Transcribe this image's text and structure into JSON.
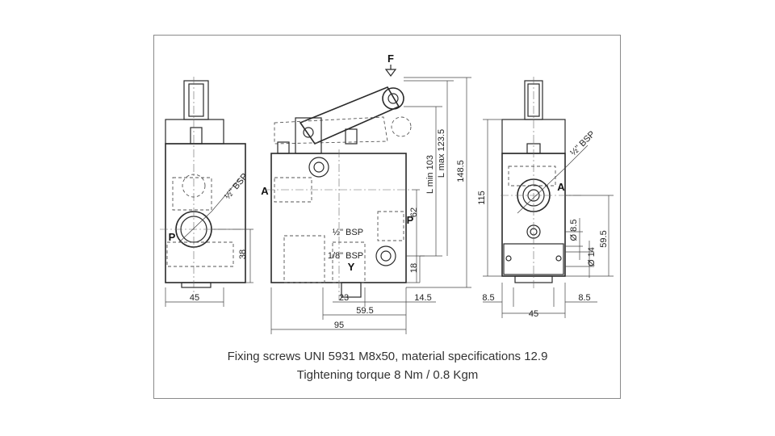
{
  "labels": {
    "force": "F",
    "port_a_left": "A",
    "port_a_right": "A",
    "port_p_left": "P",
    "port_p_mid": "P",
    "port_y": "Y",
    "bsp_half_left": "½\" BSP",
    "bsp_half_mid": "½\" BSP",
    "bsp_half_right": "½\" BSP",
    "bsp_eighth": "1/8\" BSP"
  },
  "dimensions": {
    "w45_left": "45",
    "h38": "38",
    "w23": "23",
    "w59_5": "59.5",
    "w95": "95",
    "w14_5": "14.5",
    "h18": "18",
    "h62": "62",
    "l_min": "L min 103",
    "l_max": "L max 123.5",
    "h148_5": "148.5",
    "h115": "115",
    "w8_5_left": "8.5",
    "w45_right": "45",
    "w8_5_right": "8.5",
    "d8_5": "Ø 8.5",
    "d14": "Ø 14",
    "h59_5": "59.5"
  },
  "caption": {
    "line1": "Fixing screws UNI 5931 M8x50, material specifications 12.9",
    "line2": "Tightening torque 8 Nm / 0.8 Kgm"
  }
}
